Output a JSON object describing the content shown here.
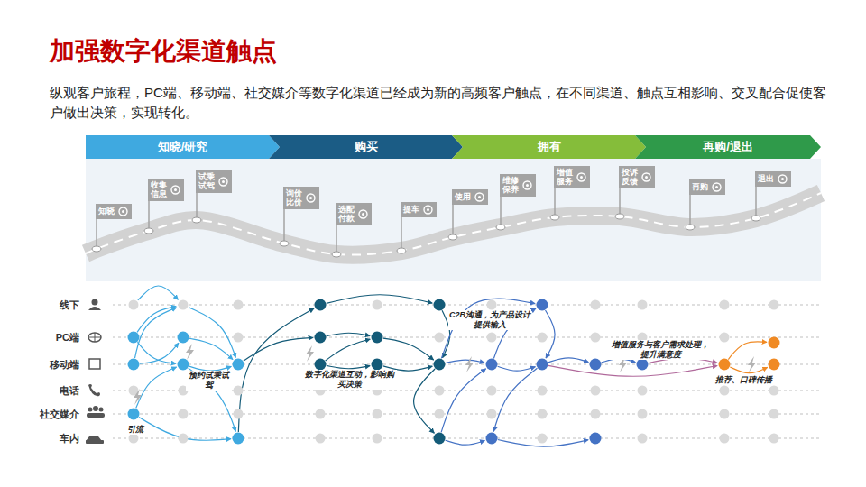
{
  "diagram": {
    "title": "加强数字化渠道触点",
    "caption": "纵观客户旅程，PC端、移动端、社交媒介等数字化渠道已经成为新的高频客户触点，在不同渠道、触点互相影响、交叉配合促使客户做出决策，实现转化。",
    "nodes": [
      {
        "text": [
          "知晓/研究"
        ]
      },
      {
        "text": [
          "购买"
        ]
      },
      {
        "text": [
          "拥有"
        ]
      },
      {
        "text": [
          "再购/退出"
        ]
      },
      {
        "text": [
          "知晓"
        ]
      },
      {
        "text": [
          "收集信息"
        ]
      },
      {
        "text": [
          "试乘试驾"
        ]
      },
      {
        "text": [
          "询价比价"
        ]
      },
      {
        "text": [
          "选配付款"
        ]
      },
      {
        "text": [
          "提车"
        ]
      },
      {
        "text": [
          "使用"
        ]
      },
      {
        "text": [
          "维修保养"
        ]
      },
      {
        "text": [
          "增值服务"
        ]
      },
      {
        "text": [
          "投诉反馈"
        ]
      },
      {
        "text": [
          "再购"
        ]
      },
      {
        "text": [
          "退出"
        ]
      }
    ],
    "labels": [
      "线下",
      "PC端",
      "移动端",
      "电话",
      "社交媒介",
      "车内",
      "引流",
      "预约试乘试驾",
      "数字化渠道互动，影响购买决策",
      "C2B沟通，为产品设计提供输入",
      "增值服务与客户需求处理，提升满意度",
      "推荐、口碑传播"
    ]
  }
}
